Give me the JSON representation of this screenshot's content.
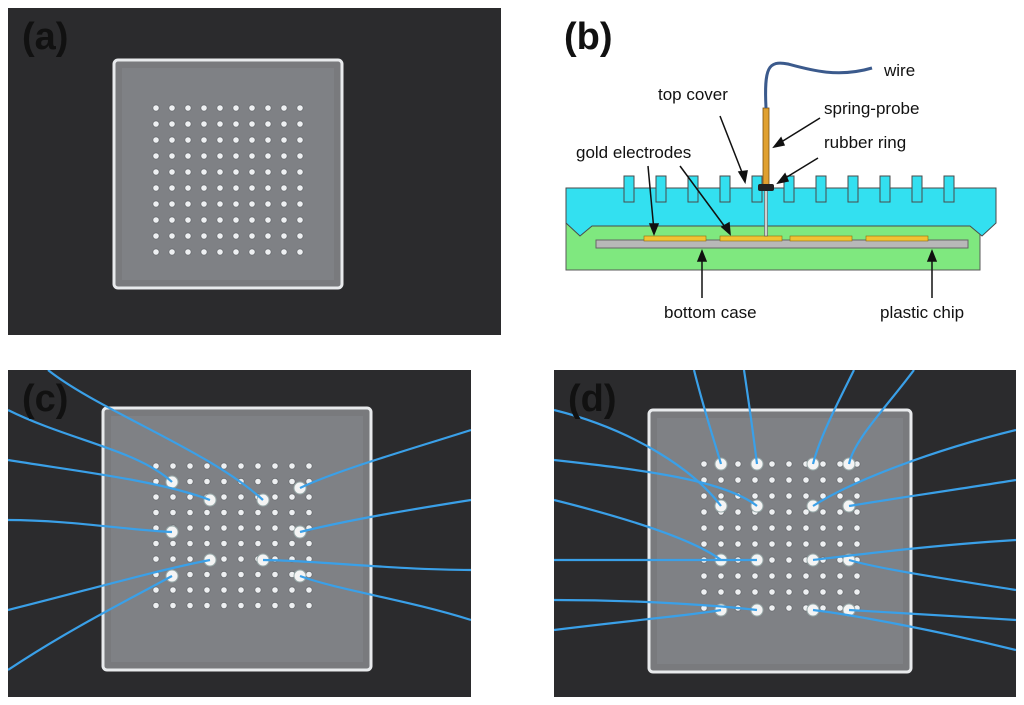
{
  "panels": {
    "a": {
      "label": "(a)"
    },
    "b": {
      "label": "(b)",
      "annotations": {
        "wire": "wire",
        "top_cover": "top cover",
        "spring_probe": "spring-probe",
        "rubber_ring": "rubber ring",
        "gold_electrodes": "gold electrodes",
        "bottom_case": "bottom case",
        "plastic_chip": "plastic chip"
      },
      "colors": {
        "top_cover": "#33e0f0",
        "bottom_case": "#7fe87f",
        "gold": "#f2c233",
        "chip": "#b8b8b8",
        "probe": "#e0a030",
        "wire": "#3b5a8c"
      }
    },
    "c": {
      "label": "(c)"
    },
    "d": {
      "label": "(d)"
    }
  },
  "colors": {
    "background_surface": "#2b2b2d",
    "chip_plastic": "#b9bcc0",
    "wire_blue": "#3aa0e8"
  }
}
